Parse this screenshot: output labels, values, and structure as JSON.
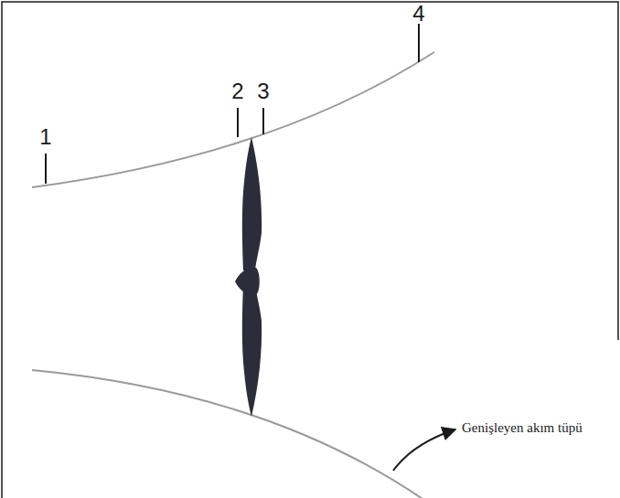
{
  "diagram": {
    "labels": [
      "1",
      "2",
      "3",
      "4",
      "Genişleyen akım tüpü"
    ]
  }
}
